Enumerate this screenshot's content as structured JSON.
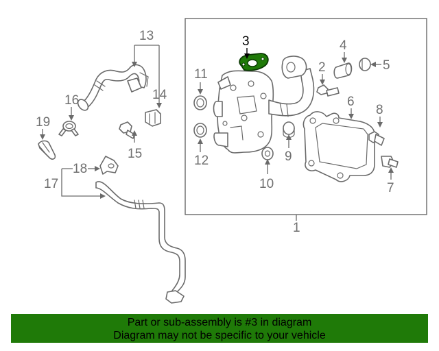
{
  "diagram": {
    "highlight_color": "#1f7a08",
    "highlighted_part": "3",
    "labels": {
      "p1": "1",
      "p2": "2",
      "p3": "3",
      "p4": "4",
      "p5": "5",
      "p6": "6",
      "p7": "7",
      "p8": "8",
      "p9": "9",
      "p10": "10",
      "p11": "11",
      "p12": "12",
      "p13": "13",
      "p14": "14",
      "p15": "15",
      "p16": "16",
      "p17": "17",
      "p18": "18",
      "p19": "19"
    }
  },
  "footer": {
    "background": "#1f7a08",
    "line1": "Part or sub-assembly is #3 in diagram",
    "line2": "Diagram may not be specific to your vehicle"
  }
}
